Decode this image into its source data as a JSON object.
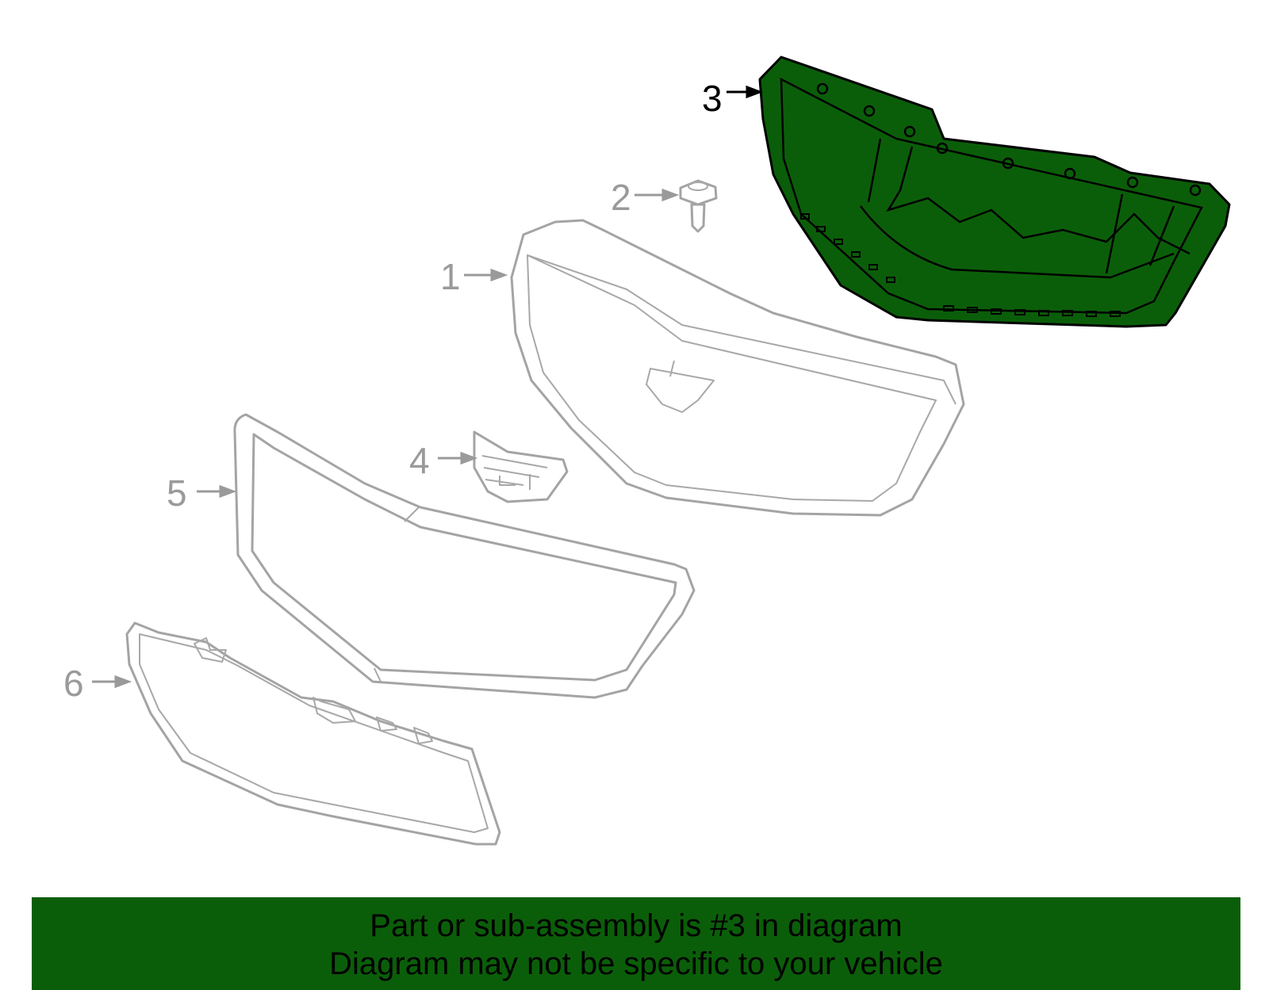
{
  "callouts": {
    "c1": "1",
    "c2": "2",
    "c3": "3",
    "c4": "4",
    "c5": "5",
    "c6": "6"
  },
  "banner": {
    "line1": "Part or sub-assembly is #3 in diagram",
    "line2": "Diagram may not be specific to your vehicle"
  },
  "colors": {
    "highlight_fill": "#0b5e09",
    "banner_background": "#0b5e09",
    "part_outline": "#a4a4a4",
    "callout_gray": "#9a9a9a",
    "callout_highlight": "#000000"
  },
  "highlighted_part": "3"
}
